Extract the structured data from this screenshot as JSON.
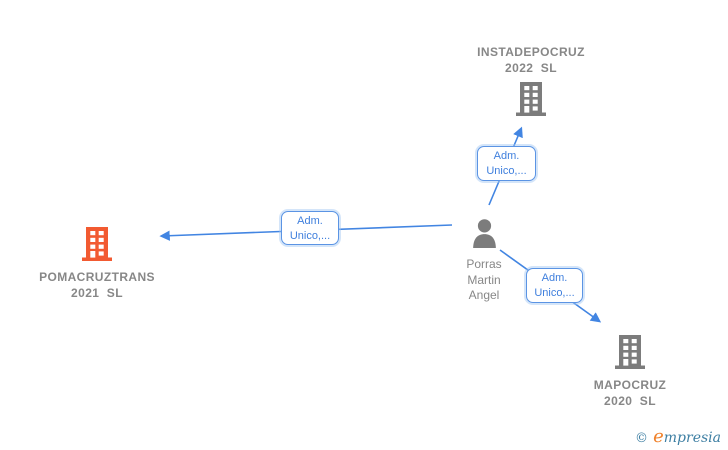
{
  "diagram": {
    "nodes": {
      "instadepocruz": {
        "name_line1": "INSTADEPOCRUZ",
        "name_line2": "2022  SL",
        "icon": "building-icon",
        "color": "#7c7c7c"
      },
      "pomacruztrans": {
        "name_line1": "POMACRUZTRANS",
        "name_line2": "2021  SL",
        "icon": "building-icon",
        "color": "#f25a31"
      },
      "mapocruz": {
        "name_line1": "MAPOCRUZ",
        "name_line2": "2020  SL",
        "icon": "building-icon",
        "color": "#7c7c7c"
      },
      "person": {
        "name_line1": "Porras",
        "name_line2": "Martin",
        "name_line3": "Angel",
        "icon": "person-icon",
        "color": "#7c7c7c"
      }
    },
    "edges": {
      "person_to_instadepocruz": {
        "label_line1": "Adm.",
        "label_line2": "Unico,..."
      },
      "person_to_pomacruztrans": {
        "label_line1": "Adm.",
        "label_line2": "Unico,..."
      },
      "person_to_mapocruz": {
        "label_line1": "Adm.",
        "label_line2": "Unico,..."
      }
    },
    "colors": {
      "edge_blue": "#4285e2",
      "label_text_blue": "#3f7fdd",
      "node_gray": "#7c7c7c",
      "node_orange": "#f25a31",
      "name_gray": "#878787"
    }
  },
  "footer": {
    "copyright_symbol": "©",
    "brand_initial": "e",
    "brand_rest": "mpresia"
  }
}
